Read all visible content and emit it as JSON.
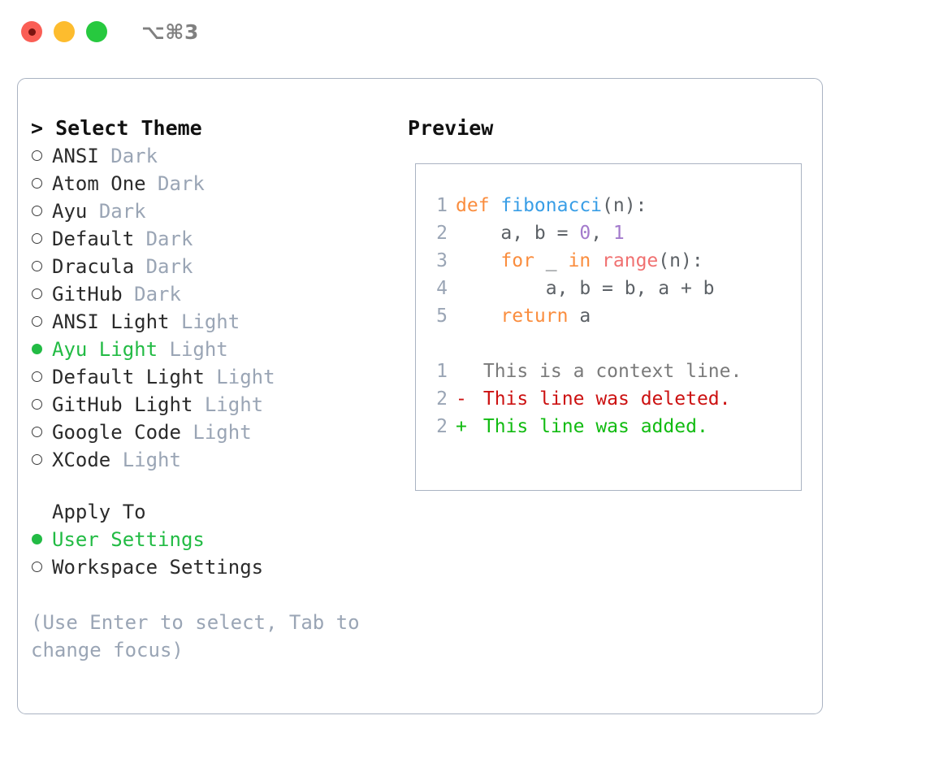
{
  "titlebar": {
    "label": "⌥⌘3",
    "lights": [
      {
        "name": "close",
        "color": "#fa5e55"
      },
      {
        "name": "minimize",
        "color": "#fdbc2e"
      },
      {
        "name": "maximize",
        "color": "#27c93f"
      }
    ]
  },
  "theme_list": {
    "header": "> Select Theme",
    "items": [
      {
        "name": "ANSI",
        "badge": "Dark",
        "selected": false
      },
      {
        "name": "Atom One",
        "badge": "Dark",
        "selected": false
      },
      {
        "name": "Ayu",
        "badge": "Dark",
        "selected": false
      },
      {
        "name": "Default",
        "badge": "Dark",
        "selected": false
      },
      {
        "name": "Dracula",
        "badge": "Dark",
        "selected": false
      },
      {
        "name": "GitHub",
        "badge": "Dark",
        "selected": false
      },
      {
        "name": "ANSI Light",
        "badge": "Light",
        "selected": false
      },
      {
        "name": "Ayu Light",
        "badge": "Light",
        "selected": true
      },
      {
        "name": "Default Light",
        "badge": "Light",
        "selected": false
      },
      {
        "name": "GitHub Light",
        "badge": "Light",
        "selected": false
      },
      {
        "name": "Google Code",
        "badge": "Light",
        "selected": false
      },
      {
        "name": "XCode",
        "badge": "Light",
        "selected": false
      }
    ]
  },
  "apply_to": {
    "label": "Apply To",
    "options": [
      {
        "name": "User Settings",
        "selected": true
      },
      {
        "name": "Workspace Settings",
        "selected": false
      }
    ]
  },
  "hint": "(Use Enter to select, Tab to change focus)",
  "preview": {
    "title": "Preview",
    "code_lines": [
      {
        "number": "1",
        "tokens": [
          {
            "text": "def ",
            "cls": "kw"
          },
          {
            "text": "fibonacci",
            "cls": "fn"
          },
          {
            "text": "(n):",
            "cls": "pl"
          }
        ]
      },
      {
        "number": "2",
        "tokens": [
          {
            "text": "    a, b = ",
            "cls": "pl"
          },
          {
            "text": "0",
            "cls": "num"
          },
          {
            "text": ", ",
            "cls": "pl"
          },
          {
            "text": "1",
            "cls": "num"
          }
        ]
      },
      {
        "number": "3",
        "tokens": [
          {
            "text": "    ",
            "cls": "pl"
          },
          {
            "text": "for",
            "cls": "kw"
          },
          {
            "text": " _ ",
            "cls": "pl"
          },
          {
            "text": "in",
            "cls": "kw"
          },
          {
            "text": " ",
            "cls": "pl"
          },
          {
            "text": "range",
            "cls": "bi"
          },
          {
            "text": "(n):",
            "cls": "pl"
          }
        ]
      },
      {
        "number": "4",
        "tokens": [
          {
            "text": "        a, b = b, a + b",
            "cls": "pl"
          }
        ]
      },
      {
        "number": "5",
        "tokens": [
          {
            "text": "    ",
            "cls": "pl"
          },
          {
            "text": "return",
            "cls": "kw"
          },
          {
            "text": " a",
            "cls": "pl"
          }
        ]
      }
    ],
    "diff_lines": [
      {
        "number": "1",
        "mark": " ",
        "text": " This is a context line.",
        "kind": "d-ctx"
      },
      {
        "number": "2",
        "mark": "-",
        "text": " This line was deleted.",
        "kind": "d-del"
      },
      {
        "number": "2",
        "mark": "+",
        "text": " This line was added.",
        "kind": "d-add"
      }
    ]
  },
  "colors": {
    "accent_green": "#22bb44",
    "badge_gray": "#9aa5b5",
    "border": "#aab3c2",
    "syntax_keyword": "#fa8d3e",
    "syntax_function": "#399ee6",
    "syntax_builtin": "#f07171",
    "syntax_number": "#a37acc",
    "syntax_plain": "#5c6166",
    "diff_deleted": "#cc1111",
    "diff_added": "#11bb11",
    "diff_context": "#7a7a7a"
  }
}
